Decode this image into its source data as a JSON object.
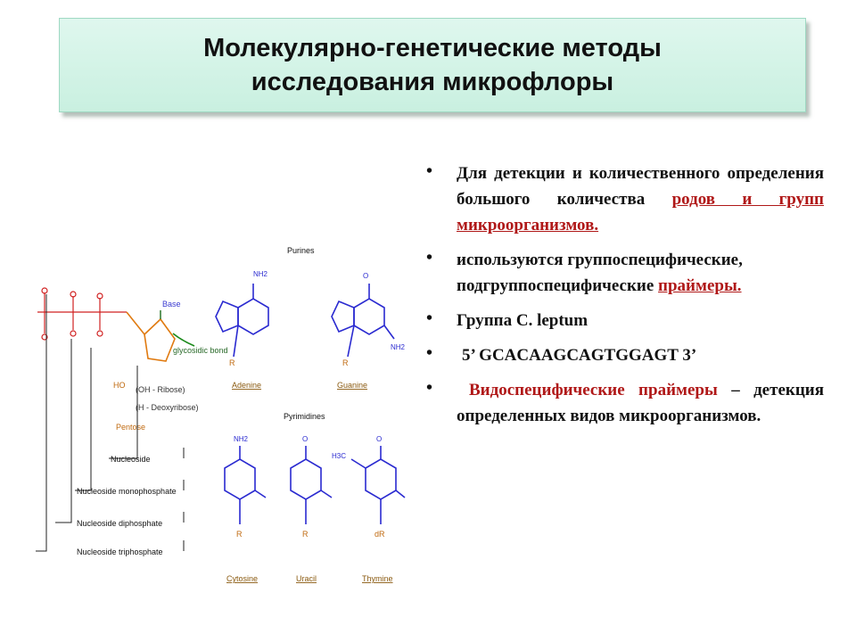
{
  "title": {
    "line1": "Молекулярно-генетические методы",
    "line2": "исследования микрофлоры"
  },
  "figure": {
    "purines_label": "Purines",
    "pyrimidines_label": "Pyrimidines",
    "base_label": "Base",
    "glycosidic_label": "glycosidic bond",
    "ribose_label": "(OH - Ribose)",
    "deoxyribose_label": "(H - Deoxyribose)",
    "pentose_label": "Pentose",
    "oh_label": "HO",
    "bases": [
      "Adenine",
      "Guanine",
      "Cytosine",
      "Uracil",
      "Thymine"
    ],
    "r_label": "R",
    "dr_label": "dR",
    "nucleoside_labels": [
      "Nucleoside",
      "Nucleoside monophosphate",
      "Nucleoside diphosphate",
      "Nucleoside triphosphate"
    ]
  },
  "bullets": {
    "b1_text": "Для детекции и количественного определения большого количества",
    "b1_link": "родов и групп микроорганизмов.",
    "b2_text": "используются группоспецифические, подгруппоспецифические",
    "b2_link": "праймеры.",
    "b3_text": "Группа С. leptum",
    "b4_text": "5’ GCACAAGCAGTGGAGT 3’",
    "b5_red": "Видоспецифические праймеры",
    "b5_text": "– детекция определенных видов микроорганизмов."
  },
  "colors": {
    "title_bg": "#c9f0e0",
    "link": "#b01818",
    "structure_blue": "#2a2ad0",
    "phosphate_red": "#d02020",
    "pentose_orange": "#e07a10"
  }
}
